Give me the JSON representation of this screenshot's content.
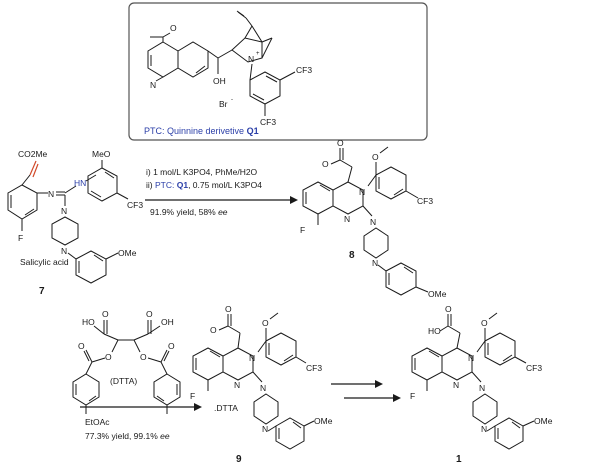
{
  "box": {
    "caption_prefix": "PTC: Quinnine derivetive",
    "caption_bold": "Q1",
    "atoms": {
      "ome": "O",
      "n_quin": "N",
      "n_plus": "N",
      "plus": "+",
      "oh": "OH",
      "br": "Br",
      "br_charge": "-",
      "cf3_a": "CF3",
      "cf3_b": "CF3"
    }
  },
  "sm7": {
    "atoms": {
      "co2me": "CO2Me",
      "meo": "MeO",
      "hn": "HN",
      "n_imine": "N",
      "n1": "N",
      "n2": "N",
      "f": "F",
      "cf3": "CF3",
      "ome": "OMe"
    },
    "note": "Salicylic acid",
    "label": "7"
  },
  "step1": {
    "line1": "i) 1 mol/L K3PO4, PhMe/H2O",
    "line2_prefix": "ii)",
    "line2_ptc": "PTC:",
    "line2_q": "Q1",
    "line2_rest": ", 0.75 mol/L K3PO4",
    "yield": "91.9% yield, 58%",
    "ee": "ee"
  },
  "p8": {
    "atoms": {
      "o1": "O",
      "o2": "O",
      "o3": "O",
      "n3": "N",
      "n1": "N",
      "npip1": "N",
      "npip2": "N",
      "f": "F",
      "cf3": "CF3",
      "ome": "OMe"
    },
    "label": "8"
  },
  "dtta": {
    "atoms": {
      "ho": "HO",
      "oh": "OH",
      "o1": "O",
      "o2": "O",
      "o3": "O",
      "o4": "O",
      "o5": "O",
      "o6": "O"
    },
    "name": "(DTTA)",
    "solvent": "EtOAc",
    "yield": "77.3% yield, 99.1%",
    "ee": "ee"
  },
  "p9": {
    "atoms": {
      "o1": "O",
      "o2": "O",
      "o3": "O",
      "n3": "N",
      "n1": "N",
      "npip1": "N",
      "npip2": "N",
      "f": "F",
      "cf3": "CF3",
      "ome": "OMe"
    },
    "salt": ".DTTA",
    "label": "9"
  },
  "p1": {
    "atoms": {
      "ho": "HO",
      "o1": "O",
      "o2": "O",
      "n3": "N",
      "n1": "N",
      "npip1": "N",
      "npip2": "N",
      "f": "F",
      "cf3": "CF3",
      "ome": "OMe"
    },
    "label": "1"
  },
  "colors": {
    "ptc_blue": "#2b3fa8",
    "alkene_red": "#d24a2a",
    "ink": "#1a1a1a"
  }
}
